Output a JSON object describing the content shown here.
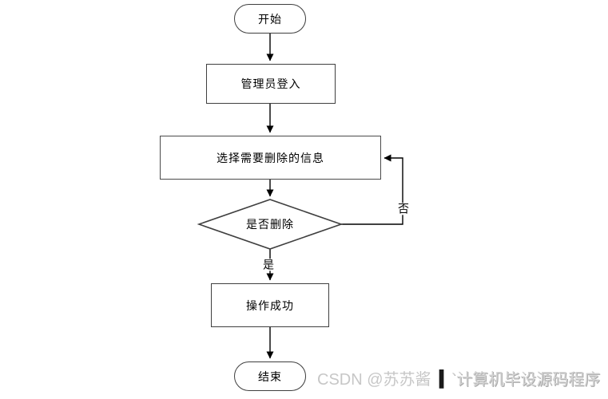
{
  "flowchart": {
    "nodes": {
      "start": "开始",
      "admin_login": "管理员登入",
      "select_info": "选择需要删除的信息",
      "decision": "是否删除",
      "success": "操作成功",
      "end": "结束"
    },
    "edge_labels": {
      "yes": "是",
      "no": "否"
    }
  },
  "watermark": {
    "author": "CSDN @苏苏酱",
    "separator": "|",
    "tagline": "ˋ计算机毕设源码程序"
  },
  "colors": {
    "node_border": "#3f3f3f",
    "connector": "#000000",
    "node_fill": "#ffffff",
    "watermark_gray": "#c7c7c7",
    "watermark_separator": "#1a1a1a"
  }
}
